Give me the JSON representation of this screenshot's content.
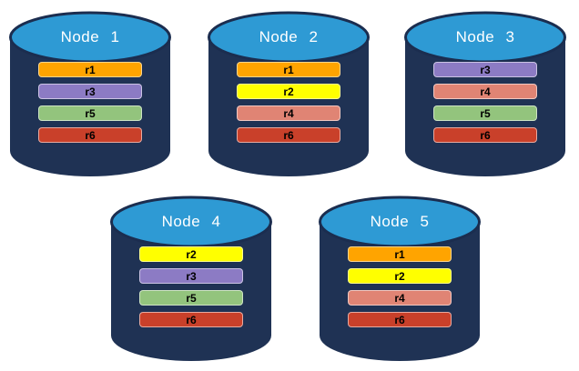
{
  "colors": {
    "background": "#FFFFFF",
    "cylinder_body": "#1F3254",
    "cylinder_top": "#2E9AD4",
    "cylinder_outline": "#1B2D4F",
    "node_title_text": "#FFFFFF",
    "bar_text": "#000000"
  },
  "replica_colors": {
    "r1": "#FFA400",
    "r2": "#FFFF00",
    "r3": "#8C7BC4",
    "r4": "#E08474",
    "r5": "#93C47D",
    "r6": "#C9402A"
  },
  "nodes": [
    {
      "label": "Node 1",
      "replicas": [
        {
          "label": "r1",
          "color": "#FFA400"
        },
        {
          "label": "r3",
          "color": "#8C7BC4"
        },
        {
          "label": "r5",
          "color": "#93C47D"
        },
        {
          "label": "r6",
          "color": "#C9402A"
        }
      ]
    },
    {
      "label": "Node 2",
      "replicas": [
        {
          "label": "r1",
          "color": "#FFA400"
        },
        {
          "label": "r2",
          "color": "#FFFF00"
        },
        {
          "label": "r4",
          "color": "#E08474"
        },
        {
          "label": "r6",
          "color": "#C9402A"
        }
      ]
    },
    {
      "label": "Node 3",
      "replicas": [
        {
          "label": "r3",
          "color": "#8C7BC4"
        },
        {
          "label": "r4",
          "color": "#E08474"
        },
        {
          "label": "r5",
          "color": "#93C47D"
        },
        {
          "label": "r6",
          "color": "#C9402A"
        }
      ]
    },
    {
      "label": "Node 4",
      "replicas": [
        {
          "label": "r2",
          "color": "#FFFF00"
        },
        {
          "label": "r3",
          "color": "#8C7BC4"
        },
        {
          "label": "r5",
          "color": "#93C47D"
        },
        {
          "label": "r6",
          "color": "#C9402A"
        }
      ]
    },
    {
      "label": "Node 5",
      "replicas": [
        {
          "label": "r1",
          "color": "#FFA400"
        },
        {
          "label": "r2",
          "color": "#FFFF00"
        },
        {
          "label": "r4",
          "color": "#E08474"
        },
        {
          "label": "r6",
          "color": "#C9402A"
        }
      ]
    }
  ]
}
